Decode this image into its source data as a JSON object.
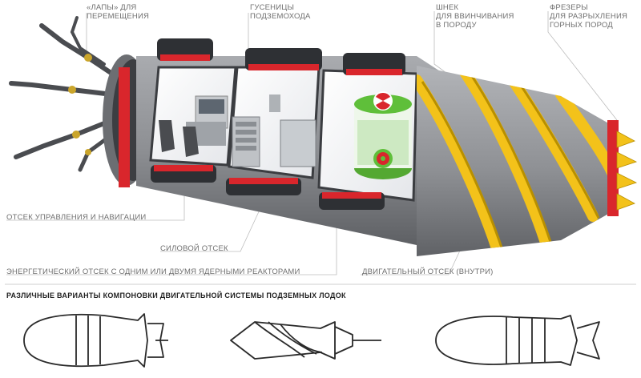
{
  "labels": {
    "legs": [
      "«ЛАПЫ» ДЛЯ",
      "ПЕРЕМЕЩЕНИЯ"
    ],
    "tracks": [
      "ГУСЕНИЦЫ",
      "ПОДЗЕМОХОДА"
    ],
    "auger": [
      "ШНЕК",
      "ДЛЯ ВВИНЧИВАНИЯ",
      "В ПОРОДУ"
    ],
    "cutters": [
      "ФРЕЗЕРЫ",
      "ДЛЯ РАЗРЫХЛЕНИЯ",
      "ГОРНЫХ ПОРОД"
    ],
    "control": "ОТСЕК УПРАВЛЕНИЯ И НАВИГАЦИИ",
    "power": "СИЛОВОЙ ОТСЕК",
    "energy": "ЭНЕРГЕТИЧЕСКИЙ ОТСЕК С ОДНИМ ИЛИ ДВУМЯ ЯДЕРНЫМИ РЕАКТОРАМИ",
    "engine": "ДВИГАТЕЛЬНЫЙ ОТСЕК (ВНУТРИ)"
  },
  "section_title": "РАЗЛИЧНЫЕ ВАРИАНТЫ КОМПОНОВКИ ДВИГАТЕЛЬНОЙ СИСТЕМЫ ПОДЗЕМНЫХ ЛОДОК",
  "colors": {
    "hull": "#8d8f93",
    "hull_dark": "#6a6c70",
    "accent_red": "#d9262c",
    "accent_yellow": "#f3c21a",
    "label_text": "#6f6f6f",
    "leader_line": "#bdbdbd",
    "reactor_green": "#5fbf3a"
  }
}
